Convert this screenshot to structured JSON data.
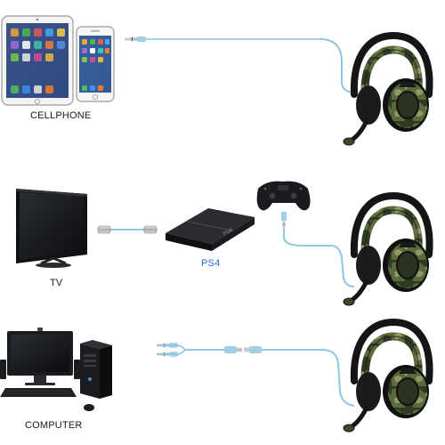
{
  "labels": {
    "cellphone": "CELLPHONE",
    "tv": "TV",
    "ps4": "PS4",
    "computer": "COMPUTER"
  },
  "device_badges": {
    "ps4_logo": "PS4"
  },
  "icons": [
    "tablet-icon",
    "smartphone-icon",
    "tv-icon",
    "ps4-console-icon",
    "gamepad-icon",
    "desktop-computer-icon",
    "gaming-headset-icon",
    "audio-cable-icon"
  ],
  "colors": {
    "cable": "#8fc6e0",
    "cable_light": "#c7e6f2",
    "plug_metal": "#b9bec4",
    "camo_dark": "#2f3a22",
    "camo_mid": "#5b6a3a",
    "camo_light": "#8e9a66",
    "headset_black": "#151515",
    "label_blue": "#1f6fd6"
  }
}
